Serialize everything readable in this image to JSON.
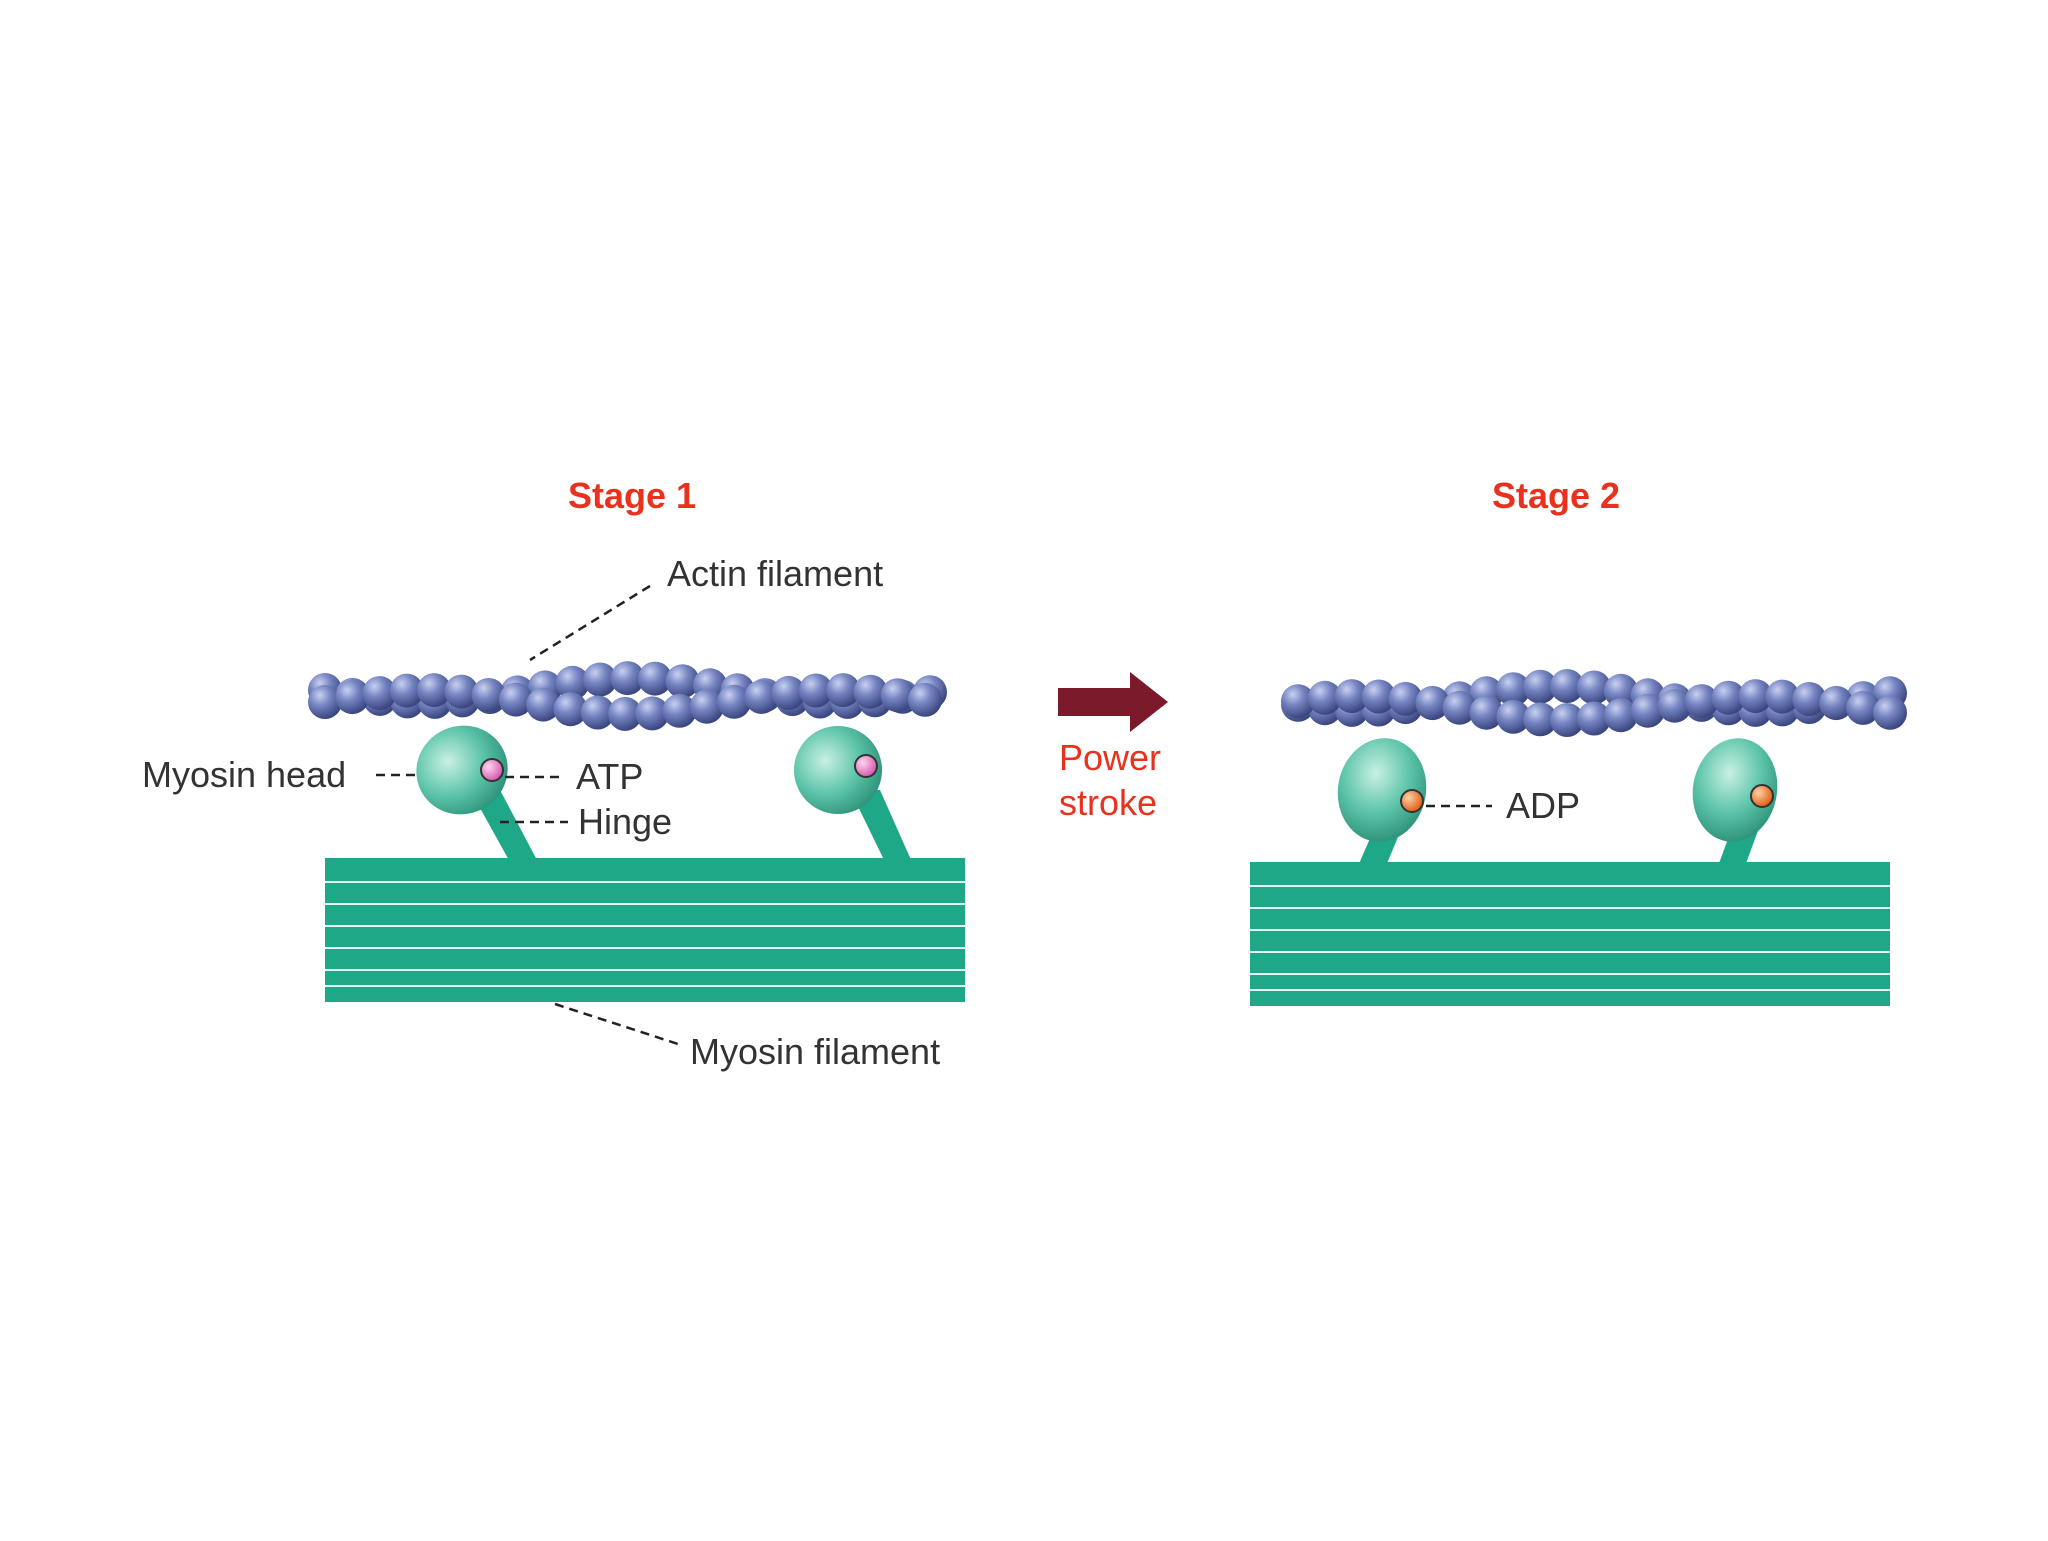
{
  "stages": [
    {
      "title": "Stage 1"
    },
    {
      "title": "Stage 2"
    }
  ],
  "labels": {
    "actin_filament": "Actin filament",
    "myosin_head": "Myosin head",
    "atp": "ATP",
    "hinge": "Hinge",
    "myosin_filament": "Myosin filament",
    "adp": "ADP",
    "power_stroke_line1": "Power",
    "power_stroke_line2": "stroke"
  },
  "colors": {
    "stage_title": "#e8321e",
    "power_stroke_text": "#e8321e",
    "arrow": "#7a1a2a",
    "actin_bead": "#6a79b4",
    "myosin": "#1fa887",
    "myosin_head": "#58c2a8",
    "atp_ball": "#e98acb",
    "adp_ball": "#f07c2a"
  }
}
